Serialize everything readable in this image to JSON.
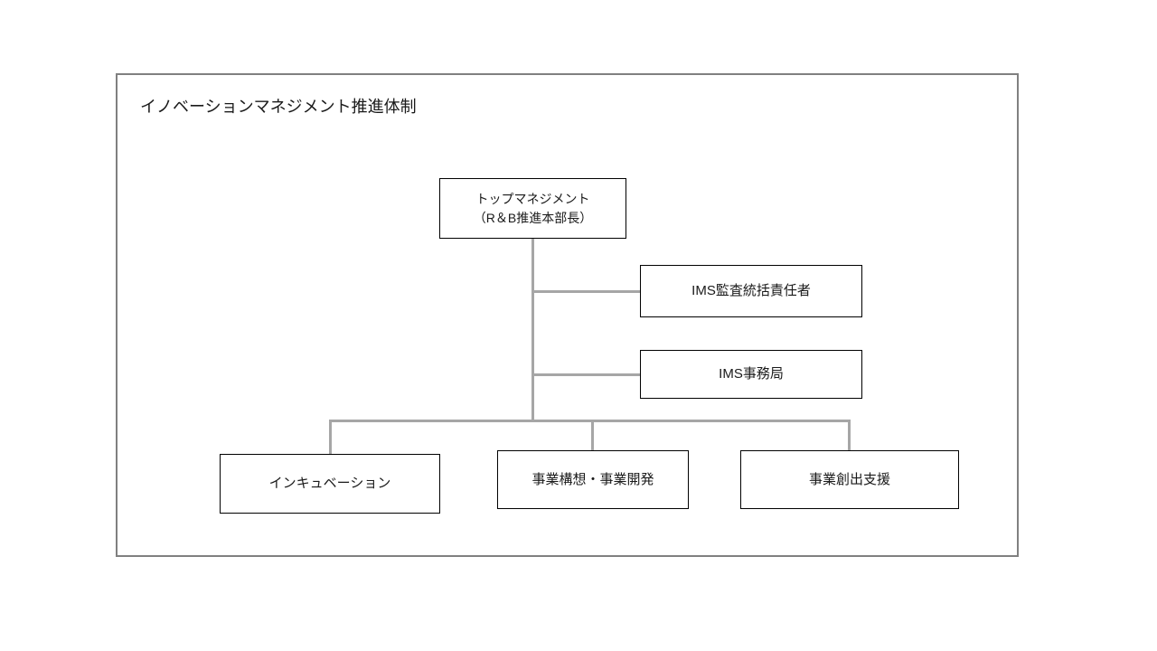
{
  "diagram": {
    "title": "イノベーションマネジメント推進体制",
    "nodes": {
      "top_management": {
        "lines": [
          "トップマネジメント",
          "（R＆B推進本部長）"
        ]
      },
      "ims_audit_supervisor": {
        "label": "IMS監査統括責任者"
      },
      "ims_office": {
        "label": "IMS事務局"
      },
      "incubation": {
        "label": "インキュベーション"
      },
      "business_concept_development": {
        "label": "事業構想・事業開発"
      },
      "business_creation_support": {
        "label": "事業創出支援"
      }
    },
    "colors": {
      "background": "#ffffff",
      "outer_border": "#808080",
      "box_border": "#000000",
      "connector": "#a6a6a6",
      "text": "#1a1a1a"
    }
  }
}
